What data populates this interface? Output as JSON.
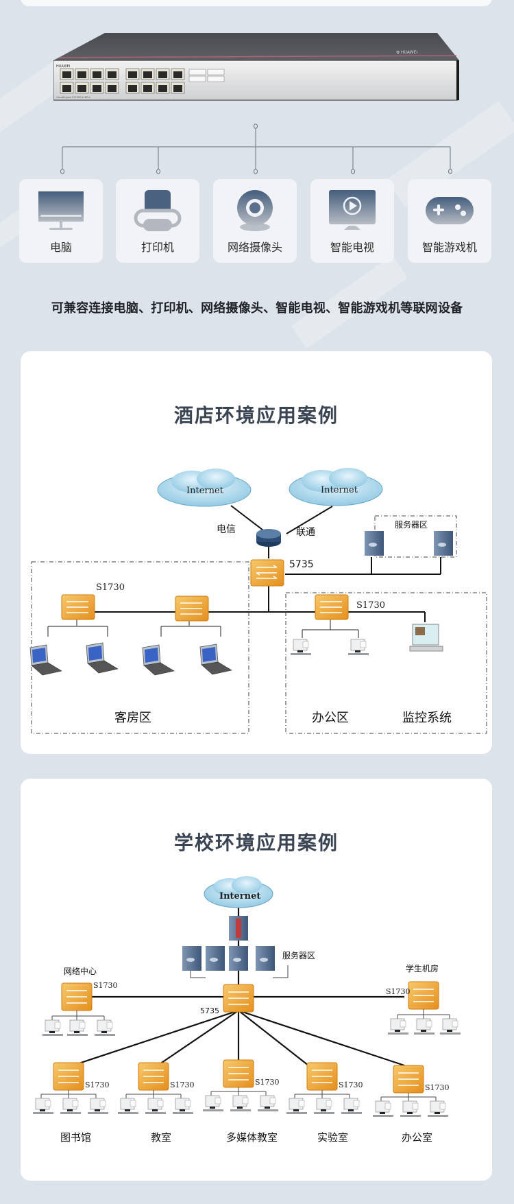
{
  "product": {
    "brand": "HUAWEI",
    "model_label": "CloudEngine S1730S-L16P-A"
  },
  "devices": [
    {
      "label": "电脑",
      "icon": "monitor-icon"
    },
    {
      "label": "打印机",
      "icon": "printer-icon"
    },
    {
      "label": "网络摄像头",
      "icon": "webcam-icon"
    },
    {
      "label": "智能电视",
      "icon": "smart-tv-icon"
    },
    {
      "label": "智能游戏机",
      "icon": "gamepad-icon"
    }
  ],
  "caption": "可兼容连接电脑、打印机、网络摄像头、智能电视、智能游戏机等联网设备",
  "hotel": {
    "title": "酒店环境应用案例",
    "internet_1": "Internet",
    "internet_2": "Internet",
    "isp_1": "电信",
    "isp_2": "联通",
    "core_switch": "5735",
    "server_zone": "服务器区",
    "access_switch_guest": "S1730",
    "access_switch_office": "S1730",
    "zone_guest": "客房区",
    "zone_office": "办公区",
    "zone_monitor": "监控系统"
  },
  "school": {
    "title": "学校环境应用案例",
    "internet": "Internet",
    "core_switch": "5735",
    "server_zone": "服务器区",
    "network_center": "网络中心",
    "network_center_switch": "S1730",
    "student_lab": "学生机房",
    "student_lab_switch": "S1730",
    "branches": [
      {
        "label": "图书馆",
        "switch": "S1730"
      },
      {
        "label": "教室",
        "switch": "S1730"
      },
      {
        "label": "多媒体教室",
        "switch": "S1730"
      },
      {
        "label": "实验室",
        "switch": "S1730"
      },
      {
        "label": "办公室",
        "switch": "S1730"
      }
    ]
  },
  "colors": {
    "background": "#dde3ea",
    "card": "#ffffff",
    "device_card": "#f1f3f6",
    "icon_dark": "#4a6280",
    "icon_light": "#b9bfc7",
    "switch_orange": "#f2a93b",
    "cloud": "#a9d6ec",
    "title": "#3a4452"
  }
}
